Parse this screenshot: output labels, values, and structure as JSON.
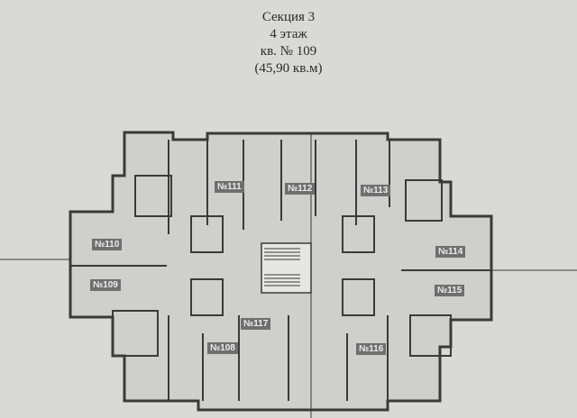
{
  "header": {
    "section": "Секция  3",
    "floor": "4 этаж",
    "apartment": "кв. № 109",
    "area": "(45,90 кв.м)"
  },
  "plan": {
    "apartments": [
      "№108",
      "№109",
      "№110",
      "№111",
      "№112",
      "№113",
      "№114",
      "№115",
      "№116",
      "№117"
    ],
    "highlighted": "№109",
    "colors": {
      "paper": "#d9d9d6",
      "wall": "#3a3a3a",
      "label_bg": "#6f6f6f"
    }
  }
}
